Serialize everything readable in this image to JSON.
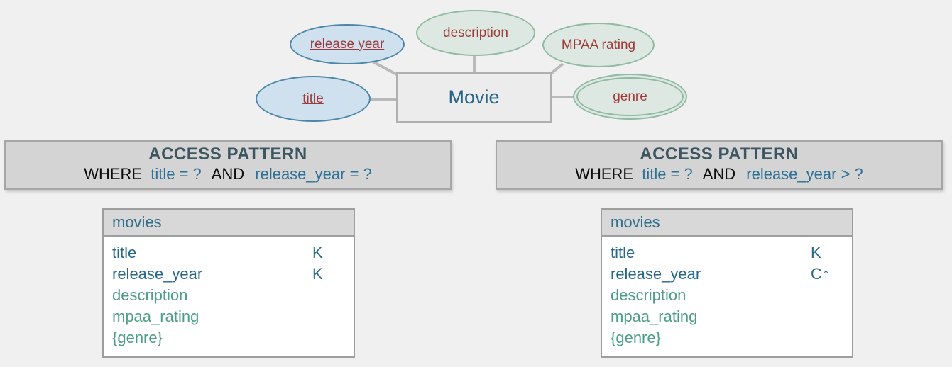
{
  "er_diagram": {
    "entity_label": "Movie",
    "attributes": [
      {
        "label": "release year",
        "shape": "blue-ellipse",
        "underlined": true
      },
      {
        "label": "title",
        "shape": "blue-ellipse",
        "underlined": true
      },
      {
        "label": "description",
        "shape": "green-ellipse",
        "underlined": false
      },
      {
        "label": "MPAA rating",
        "shape": "green-ellipse",
        "underlined": false
      },
      {
        "label": "genre",
        "shape": "green-double-ellipse",
        "underlined": false
      }
    ]
  },
  "access_patterns": [
    {
      "heading": "ACCESS PATTERN",
      "where_keyword": "WHERE",
      "condition1": "title = ?",
      "and_keyword": "AND",
      "condition2": "release_year = ?"
    },
    {
      "heading": "ACCESS PATTERN",
      "where_keyword": "WHERE",
      "condition1": "title = ?",
      "and_keyword": "AND",
      "condition2": "release_year > ?"
    }
  ],
  "tables": [
    {
      "header": "movies",
      "rows": [
        {
          "name": "title",
          "key": "K",
          "kind": "partition-key"
        },
        {
          "name": "release_year",
          "key": "K",
          "kind": "partition-key"
        },
        {
          "name": "description",
          "key": "",
          "kind": "attribute"
        },
        {
          "name": "mpaa_rating",
          "key": "",
          "kind": "attribute"
        },
        {
          "name": "{genre}",
          "key": "",
          "kind": "attribute"
        }
      ]
    },
    {
      "header": "movies",
      "rows": [
        {
          "name": "title",
          "key": "K",
          "kind": "partition-key"
        },
        {
          "name": "release_year",
          "key": "C↑",
          "kind": "clustering-asc"
        },
        {
          "name": "description",
          "key": "",
          "kind": "attribute"
        },
        {
          "name": "mpaa_rating",
          "key": "",
          "kind": "attribute"
        },
        {
          "name": "{genre}",
          "key": "",
          "kind": "attribute"
        }
      ]
    }
  ],
  "colors": {
    "background": "#f0f0f1",
    "blue_ellipse_fill": "#cfe0ee",
    "blue_ellipse_border": "#4c86a9",
    "green_ellipse_fill": "#dce8e1",
    "green_ellipse_border": "#90baa2",
    "er_label_red": "#a03a3a",
    "entity_text_blue": "#25648a",
    "condition_blue": "#2e7195",
    "key_attribute_blue": "#27688a",
    "regular_attribute_green": "#4d9e86",
    "panel_gray": "#d4d4d5"
  }
}
